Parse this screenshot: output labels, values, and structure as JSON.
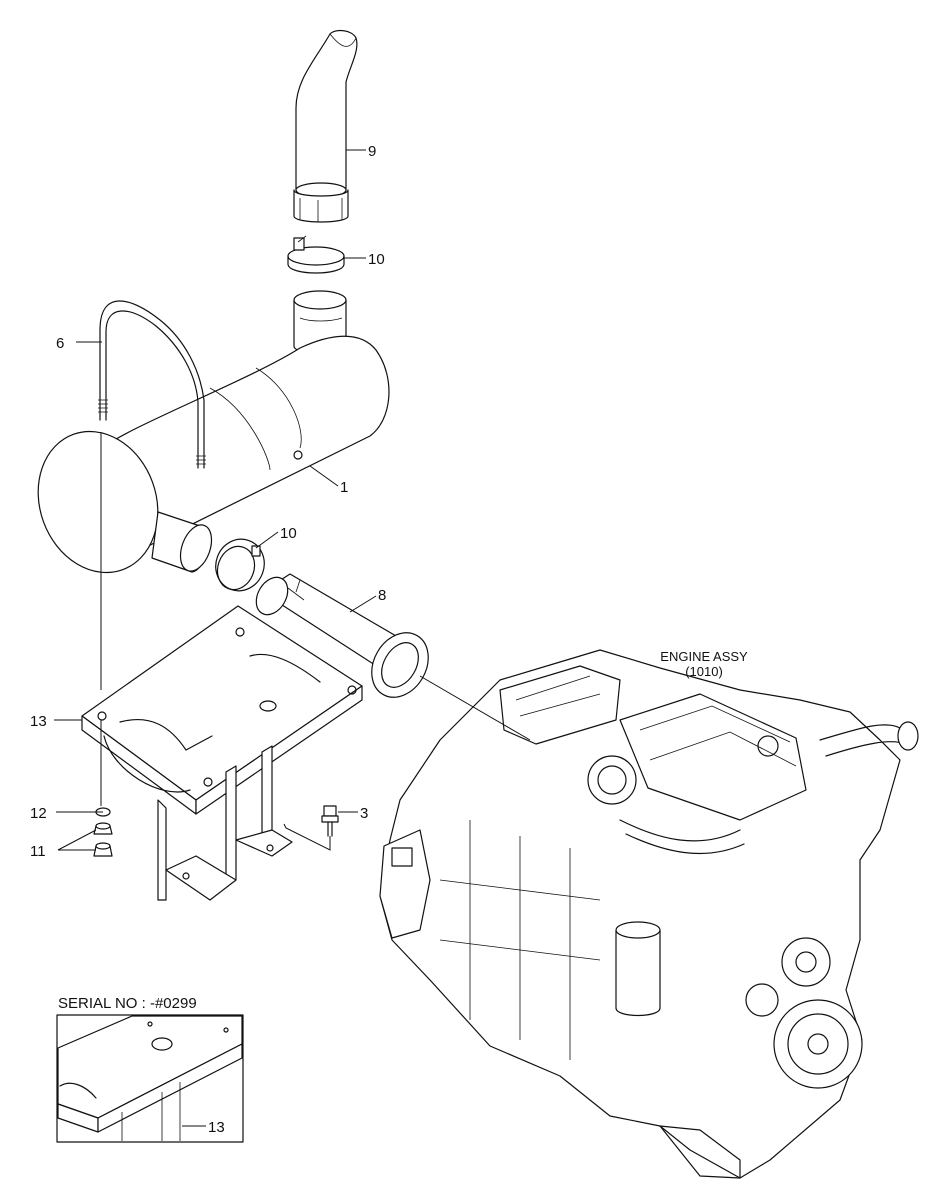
{
  "callouts": {
    "c1": "1",
    "c3": "3",
    "c6": "6",
    "c8": "8",
    "c9": "9",
    "c10a": "10",
    "c10b": "10",
    "c11": "11",
    "c12": "12",
    "c13a": "13",
    "c13b": "13"
  },
  "engine": {
    "title": "ENGINE ASSY",
    "ref": "(1010)"
  },
  "inset": {
    "title": "SERIAL NO : -#0299"
  }
}
